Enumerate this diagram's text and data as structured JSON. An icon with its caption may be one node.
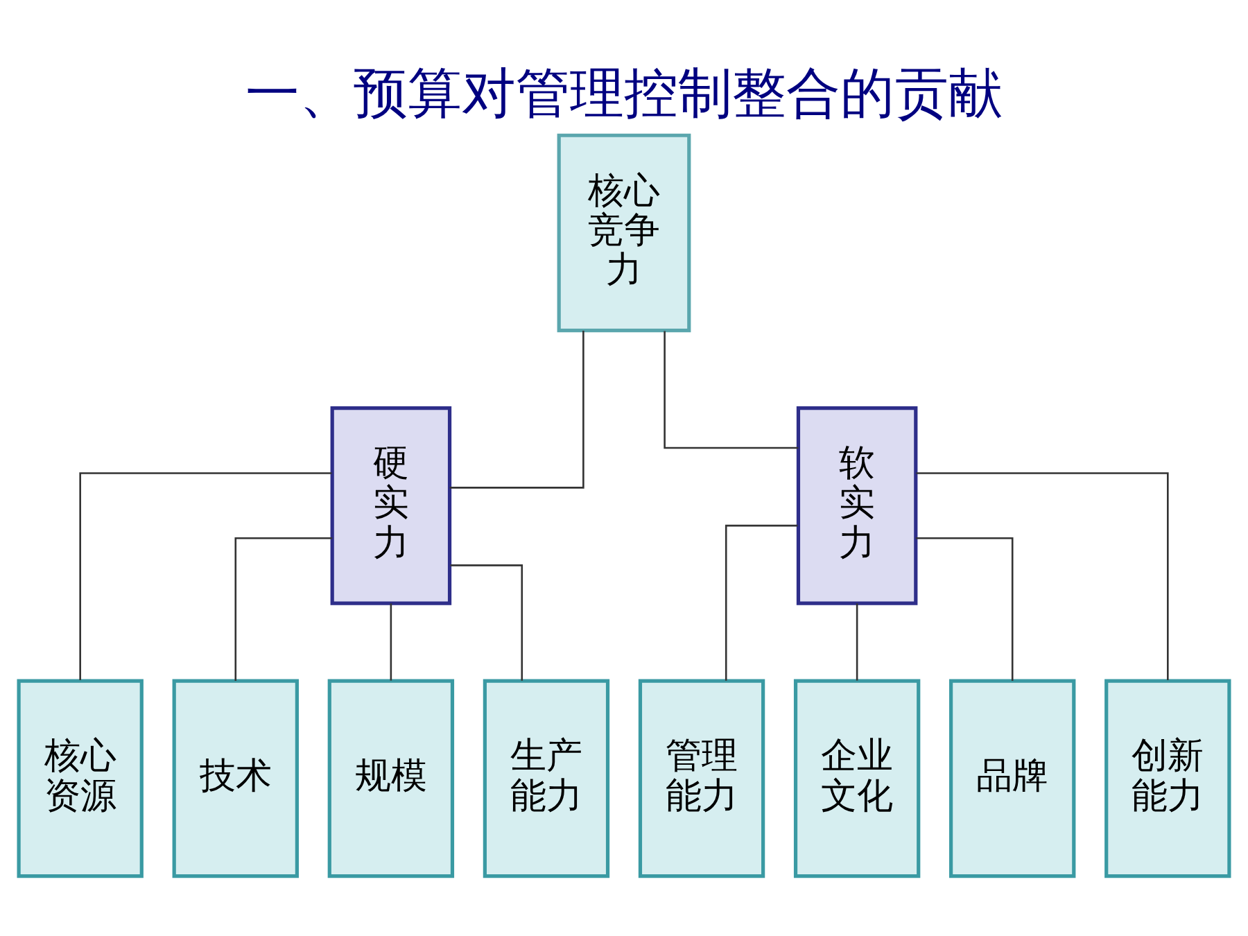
{
  "diagram": {
    "title": "一、预算对管理控制整合的贡献",
    "nodes": [
      {
        "text": [
          "核心竞争力"
        ]
      },
      {
        "text": [
          "硬实力"
        ]
      },
      {
        "text": [
          "软实力"
        ]
      },
      {
        "text": [
          "核心资源"
        ]
      },
      {
        "text": [
          "技术"
        ]
      },
      {
        "text": [
          "规模"
        ]
      },
      {
        "text": [
          "生产能力"
        ]
      },
      {
        "text": [
          "管理能力"
        ]
      },
      {
        "text": [
          "企业文化"
        ]
      },
      {
        "text": [
          "品牌"
        ]
      },
      {
        "text": [
          "创新能力"
        ]
      }
    ],
    "edges": [
      {
        "from": 0,
        "to": 1,
        "arrow": "none"
      },
      {
        "from": 0,
        "to": 2,
        "arrow": "none"
      },
      {
        "from": 1,
        "to": 3,
        "arrow": "none"
      },
      {
        "from": 1,
        "to": 4,
        "arrow": "none"
      },
      {
        "from": 1,
        "to": 5,
        "arrow": "none"
      },
      {
        "from": 1,
        "to": 6,
        "arrow": "none"
      },
      {
        "from": 2,
        "to": 7,
        "arrow": "none"
      },
      {
        "from": 2,
        "to": 8,
        "arrow": "none"
      },
      {
        "from": 2,
        "to": 9,
        "arrow": "none"
      },
      {
        "from": 2,
        "to": 10,
        "arrow": "none"
      }
    ]
  }
}
